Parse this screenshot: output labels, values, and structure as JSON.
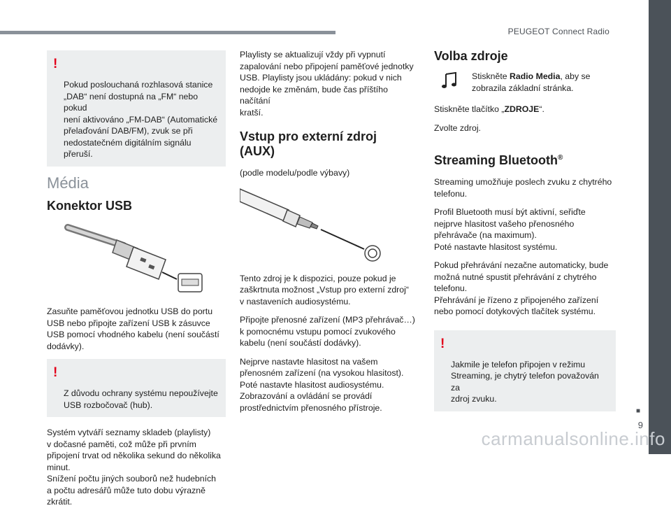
{
  "header": {
    "title": "PEUGEOT Connect Radio"
  },
  "page": {
    "number": "9",
    "continuation": "■"
  },
  "watermark": "carmanualsonline.info",
  "col1": {
    "warning_dab": "Pokud poslouchaná rozhlasová stanice\n„DAB“ není dostupná na „FM“ nebo pokud\nnení aktivováno „FM-DAB“ (Automatické\npřelaďování DAB/FM), zvuk se při\nnedostatečném digitálním signálu přeruší.",
    "media_title": "Média",
    "usb_title": "Konektor USB",
    "usb_text": "Zasuňte paměťovou jednotku USB do portu\nUSB nebo připojte zařízení USB k zásuvce\nUSB pomocí vhodného kabelu (není součástí\ndodávky).",
    "warning_hub": "Z důvodu ochrany systému nepoužívejte\nUSB rozbočovač (hub).",
    "playlist_text": "Systém vytváří seznamy skladeb (playlisty)\nv dočasné paměti, což může při prvním\npřipojení trvat od několika sekund do několika\nminut.\nSnížení počtu jiných souborů než hudebních\na počtu adresářů může tuto dobu výrazně\nzkrátit."
  },
  "col2": {
    "playlist_update": "Playlisty se aktualizují vždy při vypnutí\nzapalování nebo připojení paměťové jednotky\nUSB. Playlisty jsou ukládány: pokud v nich\nnedojde ke změnám, bude čas příštího načítání\nkratší.",
    "aux_title": "Vstup pro externí zdroj\n(AUX)",
    "aux_model": "(podle modelu/podle výbavy)",
    "aux_text1": "Tento zdroj je k dispozici, pouze pokud je\nzaškrtnuta možnost „Vstup pro externí zdroj“\nv nastaveních audiosystému.",
    "aux_text2": "Připojte přenosné zařízení (MP3 přehrávač…)\nk pomocnému vstupu pomocí zvukového\nkabelu (není součástí dodávky).",
    "aux_text3": "Nejprve nastavte hlasitost na vašem\npřenosném zařízení (na vysokou hlasitost).\nPoté nastavte hlasitost audiosystému.\nZobrazování a ovládání se provádí\nprostřednictvím přenosného přístroje."
  },
  "col3": {
    "source_title": "Volba zdroje",
    "press_pre": "Stiskněte ",
    "press_bold": "Radio Media",
    "press_post": ", aby se\nzobrazila základní stránka.",
    "source_btn_pre": "Stiskněte tlačítko „",
    "source_btn_bold": "ZDROJE",
    "source_btn_post": "“.",
    "choose": "Zvolte zdroj.",
    "bt_title": "Streaming Bluetooth",
    "bt_reg": "®",
    "bt_text1": "Streaming umožňuje poslech zvuku z chytrého\ntelefonu.",
    "bt_text2": "Profil Bluetooth musí být aktivní, seřiďte\nnejprve hlasitost vašeho přenosného\npřehrávače (na maximum).\nPoté nastavte hlasitost systému.",
    "bt_text3": "Pokud přehrávání nezačne automaticky, bude\nmožná nutné spustit přehrávání z chytrého\ntelefonu.\nPřehrávání je řízeno z připojeného zařízení\nnebo pomocí dotykových tlačítek systému.",
    "warning_stream": "Jakmile je telefon připojen v režimu\nStreaming, je chytrý telefon považován za\nzdroj zvuku."
  },
  "warning_symbol": "!"
}
